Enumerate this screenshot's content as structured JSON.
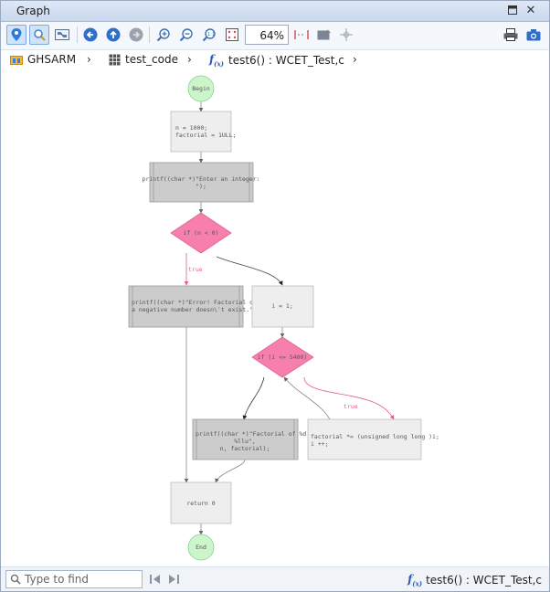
{
  "window": {
    "title": "Graph"
  },
  "toolbar": {
    "zoom": "64%"
  },
  "breadcrumb": {
    "project": "GHSARM",
    "module": "test_code",
    "function": "test6() : WCET_Test,c"
  },
  "graph": {
    "begin": "Begin",
    "end": "End",
    "init_line1": "n = 1000;",
    "init_line2": "factorial = 1ULL;",
    "printf_enter_line1": "printf((char *)\"Enter an integer:",
    "printf_enter_line2": "\");",
    "cond_n": "if (n < 0)",
    "true_label_1": "true",
    "printf_error_line1": "printf((char *)\"Error! Factorial of",
    "printf_error_line2": "a negative number doesn\\'t exist.\");",
    "assign_i": "i = 1;",
    "cond_i": "if (i <= 5400)",
    "true_label_2": "true",
    "printf_fact_line1": "printf((char *)\"Factorial of %d =",
    "printf_fact_line2": "%llu\",",
    "printf_fact_line3": "n, factorial);",
    "loop_line1": "factorial *= (unsigned long long )i;",
    "loop_line2": "i ++;",
    "return": "return 0"
  },
  "status": {
    "find_placeholder": "Type to find",
    "function": "test6() : WCET_Test,c"
  },
  "colors": {
    "decision": "#f77fae",
    "terminal": "#ccf5cc",
    "block": "#eeeeee",
    "call_block": "#cccccc",
    "true_edge": "#e0607e"
  }
}
